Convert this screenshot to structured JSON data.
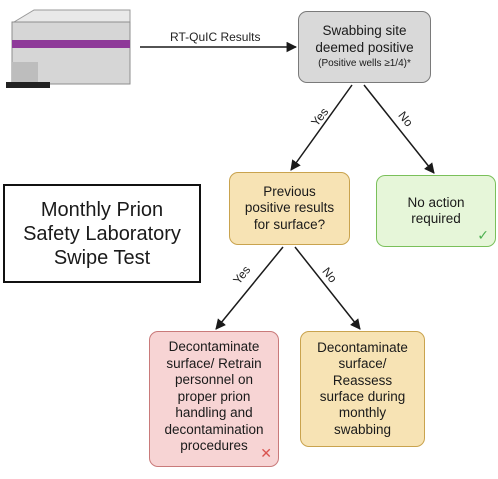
{
  "flowchart": {
    "machine_arrow_label": "RT-QuIC Results",
    "title_lines": [
      "Monthly Prion",
      "Safety Laboratory",
      "Swipe Test"
    ],
    "top_node": {
      "lines": [
        "Swabbing site",
        "deemed positive"
      ],
      "sub": "(Positive wells ≥1/4)*"
    },
    "previous_node": {
      "lines": [
        "Previous",
        "positive results",
        "for surface?"
      ]
    },
    "no_action_node": {
      "lines": [
        "No action",
        "required"
      ],
      "mark": "✓"
    },
    "left_outcome": {
      "lines": [
        "Decontaminate",
        "surface/ Retrain",
        "personnel on",
        "proper prion",
        "handling and",
        "decontamination",
        "procedures"
      ],
      "mark": "✕"
    },
    "right_outcome": {
      "lines": [
        "Decontaminate",
        "surface/",
        "Reassess",
        "surface during",
        "monthly",
        "swabbing"
      ]
    },
    "edge_labels": {
      "top_yes": "Yes",
      "top_no": "No",
      "prev_yes": "Yes",
      "prev_no": "No"
    }
  }
}
